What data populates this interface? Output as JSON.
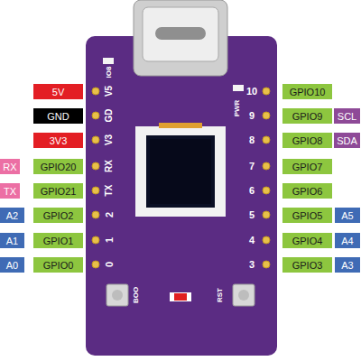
{
  "diagram": {
    "nodes": [
      {
        "text": [
          "5V"
        ]
      },
      {
        "text": [
          "GPIO10"
        ]
      },
      {
        "text": [
          "GND"
        ]
      },
      {
        "text": [
          "GPIO9"
        ]
      },
      {
        "text": [
          "SCL"
        ]
      },
      {
        "text": [
          "3V3"
        ]
      },
      {
        "text": [
          "GPIO8"
        ]
      },
      {
        "text": [
          "SDA"
        ]
      },
      {
        "text": [
          "RX"
        ]
      },
      {
        "text": [
          "GPIO20"
        ]
      },
      {
        "text": [
          "GPIO7"
        ]
      },
      {
        "text": [
          "TX"
        ]
      },
      {
        "text": [
          "GPIO21"
        ]
      },
      {
        "text": [
          "GPIO6"
        ]
      },
      {
        "text": [
          "A2"
        ]
      },
      {
        "text": [
          "GPIO2"
        ]
      },
      {
        "text": [
          "GPIO5"
        ]
      },
      {
        "text": [
          "A5"
        ]
      },
      {
        "text": [
          "A1"
        ]
      },
      {
        "text": [
          "GPIO1"
        ]
      },
      {
        "text": [
          "GPIO4"
        ]
      },
      {
        "text": [
          "A4"
        ]
      },
      {
        "text": [
          "A0"
        ]
      },
      {
        "text": [
          "GPIO0"
        ]
      },
      {
        "text": [
          "GPIO3"
        ]
      },
      {
        "text": [
          "A3"
        ]
      }
    ],
    "labels": [
      "IO8",
      "10",
      "V5",
      "PWR",
      "9",
      "GD",
      "8",
      "V3",
      "RX",
      "7",
      "TX",
      "6",
      "2",
      "5",
      "1",
      "4",
      "0",
      "3",
      "BOO",
      "RST"
    ]
  }
}
